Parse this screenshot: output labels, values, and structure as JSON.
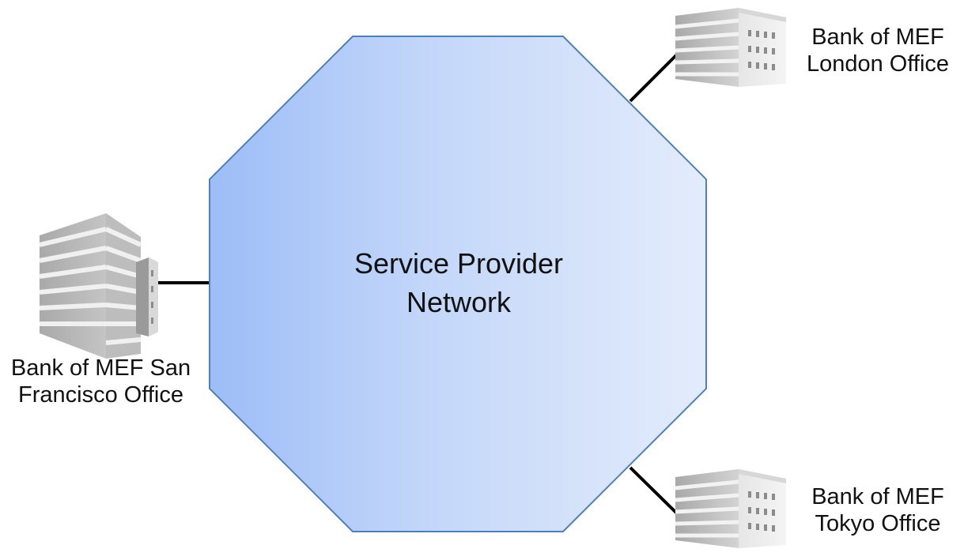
{
  "network": {
    "label_line1": "Service Provider",
    "label_line2": "Network"
  },
  "sites": {
    "london": {
      "line1": "Bank of MEF",
      "line2": "London Office",
      "icon": "office-building-icon"
    },
    "tokyo": {
      "line1": "Bank of MEF",
      "line2": "Tokyo Office",
      "icon": "office-building-icon"
    },
    "san_francisco": {
      "line1": "Bank of MEF San",
      "line2": "Francisco Office",
      "icon": "office-building-icon"
    }
  },
  "colors": {
    "network_fill_dark": "#9dbdf7",
    "network_fill_light": "#e3ecfb",
    "network_stroke": "#4f7fb8",
    "link": "#000000",
    "building_light": "#e4e4e4",
    "building_dark": "#8c8c8c"
  }
}
